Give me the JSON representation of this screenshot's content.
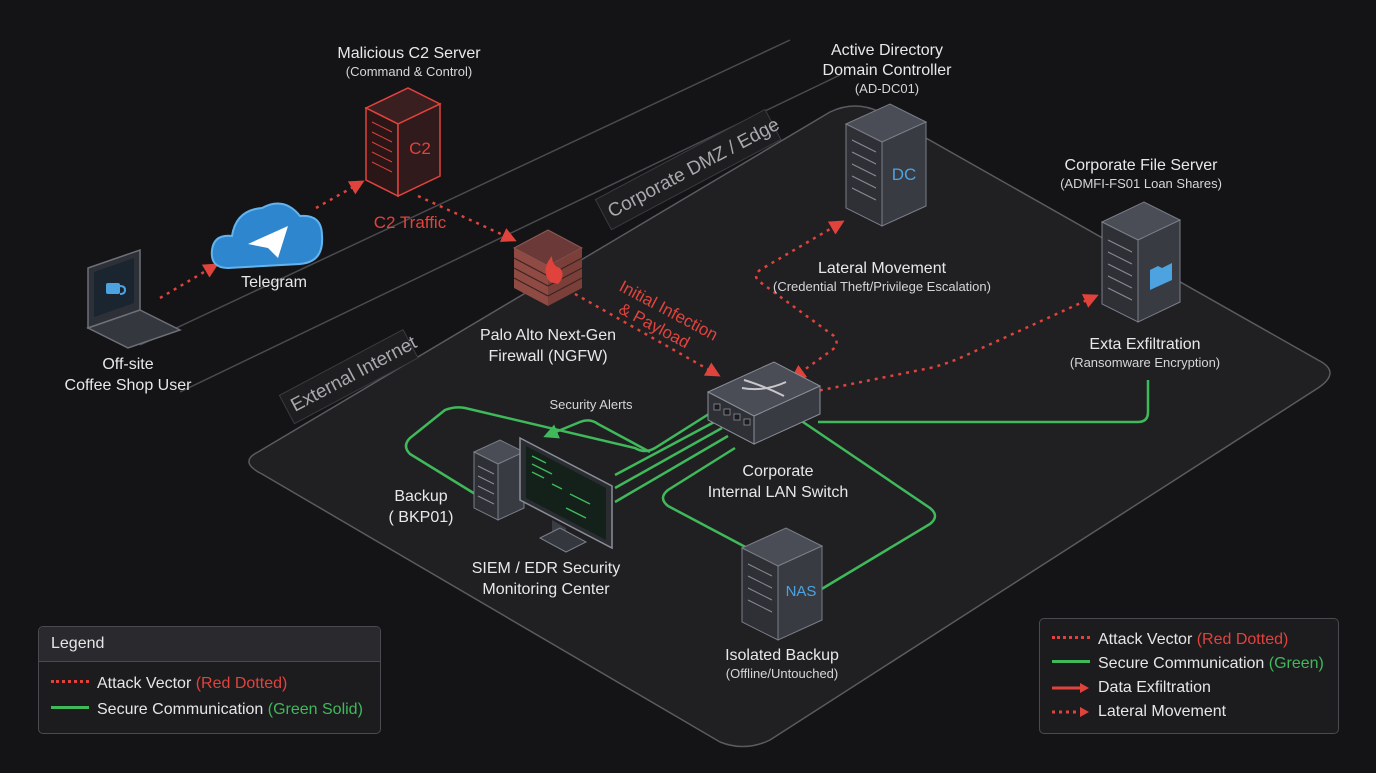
{
  "zones": {
    "external": "External Internet",
    "dmz": "Corporate DMZ / Edge"
  },
  "nodes": {
    "laptop": {
      "line1": "Off-site",
      "line2": "Coffee Shop User",
      "icon": "laptop-icon"
    },
    "telegram": {
      "label": "Telegram",
      "icon": "cloud-icon"
    },
    "c2": {
      "title": "Malicious C2 Server",
      "subtitle": "(Command & Control)",
      "badge": "C2",
      "icon": "server-icon"
    },
    "firewall": {
      "line1": "Palo Alto Next-Gen",
      "line2": "Firewall (NGFW)",
      "icon": "firewall-icon"
    },
    "dc": {
      "line1": "Active Directory",
      "line2": "Domain Controller",
      "subtitle": "(AD-DC01)",
      "badge": "DC",
      "icon": "server-icon"
    },
    "fileserver": {
      "title": "Corporate File Server",
      "subtitle": "(ADMFI-FS01 Loan Shares)",
      "icon": "folder-icon"
    },
    "switch": {
      "line1": "Corporate",
      "line2": "Internal LAN Switch",
      "icon": "switch-icon"
    },
    "backup": {
      "line1": "Backup",
      "line2": "( BKP01)",
      "icon": "server-icon"
    },
    "siem": {
      "line1": "SIEM / EDR Security",
      "line2": "Monitoring Center",
      "icon": "monitor-icon"
    },
    "nas": {
      "title": "Isolated Backup",
      "subtitle": "(Offline/Untouched)",
      "badge": "NAS",
      "icon": "server-icon"
    }
  },
  "edge_labels": {
    "c2_traffic": "C2 Traffic",
    "initial_infection_1": "Initial Infection",
    "initial_infection_2": "& Payload",
    "lateral_title": "Lateral Movement",
    "lateral_sub": "(Credential Theft/Privilege Escalation)",
    "exfil_title": "Exta Exfiltration",
    "exfil_sub": "(Ransomware Encryption)",
    "security_alerts": "Security Alerts"
  },
  "legend_left": {
    "title": "Legend",
    "row1_label": "Attack Vector ",
    "row1_accent": "(Red Dotted)",
    "row2_label": "Secure Communication ",
    "row2_accent": "(Green Solid)"
  },
  "legend_right": {
    "row1_label": "Attack Vector ",
    "row1_accent": "(Red Dotted)",
    "row2_label": "Secure Communication ",
    "row2_accent": "(Green)",
    "row3_label": "Data Exfiltration",
    "row4_label": "Lateral Movement"
  },
  "colors": {
    "attack": "#e0433c",
    "secure": "#3fb95a",
    "background": "#141416",
    "platform": "#202023"
  }
}
